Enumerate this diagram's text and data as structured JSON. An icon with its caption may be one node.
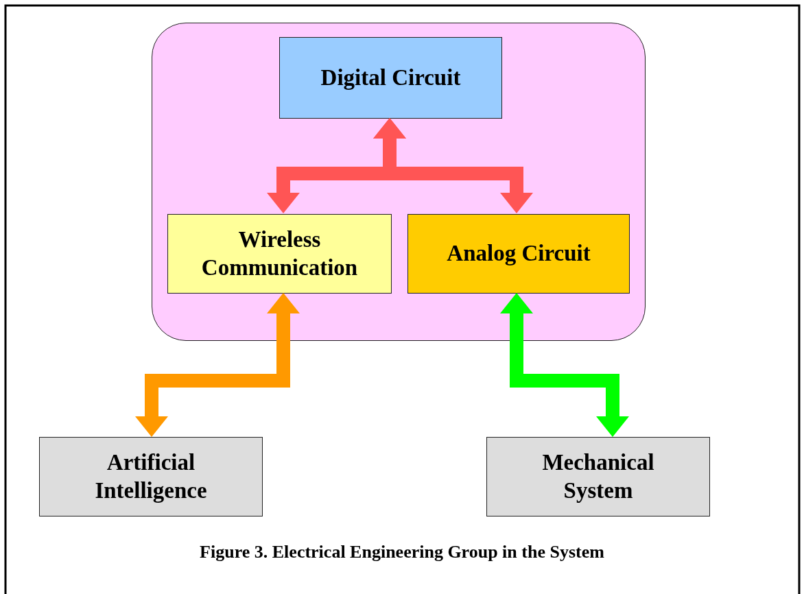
{
  "diagram": {
    "caption": "Figure 3. Electrical Engineering Group in the System",
    "nodes": [
      {
        "text": [],
        "shape": "box"
      },
      {
        "text": [
          "Digital Circuit"
        ],
        "in": 0
      },
      {
        "text": [
          "Wireless Communication"
        ],
        "in": 0
      },
      {
        "text": [
          "Analog Circuit"
        ],
        "in": 0
      },
      {
        "text": [
          "Artificial Intelligence"
        ]
      },
      {
        "text": [
          "Mechanical System"
        ]
      }
    ],
    "edges": [
      {
        "from": 1,
        "to": 2,
        "arrow": "both",
        "color": "#ff5555"
      },
      {
        "from": 1,
        "to": 3,
        "arrow": "both",
        "color": "#ff5555"
      },
      {
        "from": 2,
        "to": 4,
        "arrow": "both",
        "color": "#ff9900"
      },
      {
        "from": 3,
        "to": 5,
        "arrow": "both",
        "color": "#00ff00"
      }
    ]
  }
}
